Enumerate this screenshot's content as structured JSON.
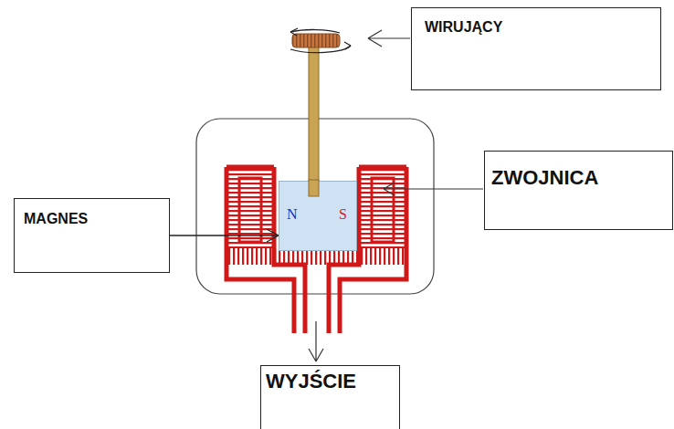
{
  "diagram": {
    "nodes": [
      {
        "text": [
          "WIRUJĄCY"
        ]
      },
      {
        "text": [
          "ZWOJNICA"
        ]
      },
      {
        "text": [
          "MAGNES"
        ]
      },
      {
        "text": [
          "N",
          "S"
        ]
      },
      {
        "text": [
          "WYJŚCIE"
        ]
      }
    ],
    "edges": [
      {
        "from": 2,
        "to": 3,
        "arrow": "to"
      }
    ]
  }
}
